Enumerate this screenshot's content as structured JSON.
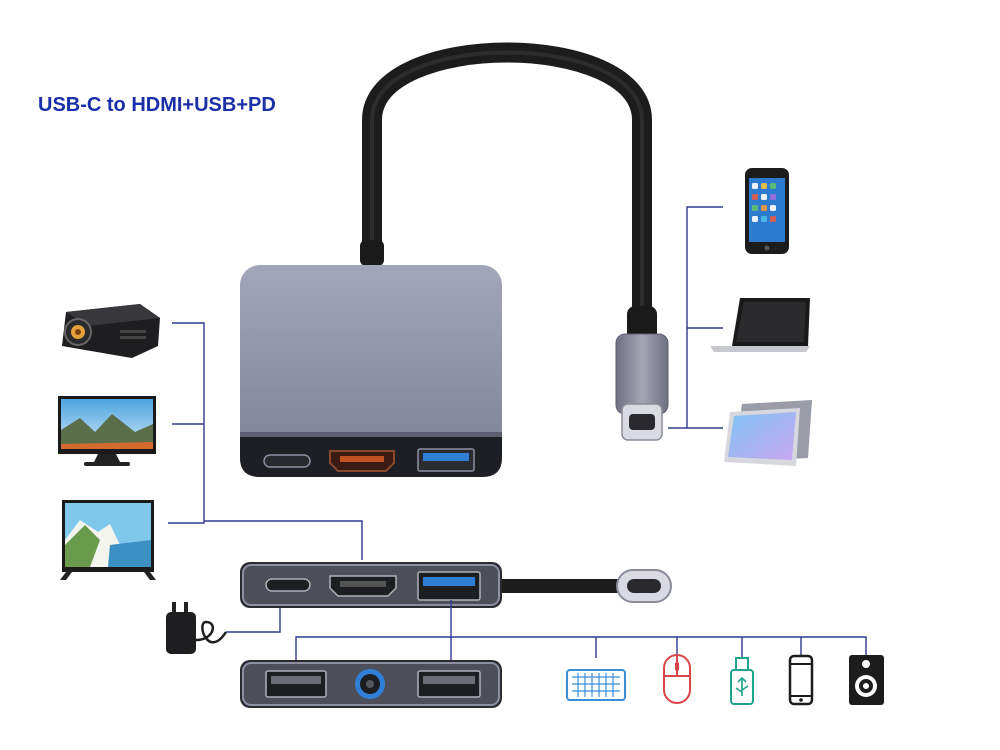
{
  "title": "USB-C to HDMI+USB+PD",
  "colors": {
    "title": "#1a2fa8",
    "connector_lines": "#2f3a8f",
    "adapter_body": "#8d8fa3",
    "adapter_front": "#1e1f24",
    "usb3_blue": "#2f7fd6",
    "cable": "#1c1c1c",
    "icon_blue": "#3a8ed6",
    "icon_red": "#d9434a"
  },
  "icons": {
    "left_devices": [
      "projector-icon",
      "monitor-icon",
      "television-icon"
    ],
    "right_devices": [
      "smartphone-icon",
      "laptop-icon",
      "tablet-icon"
    ],
    "power": "power-adapter-icon",
    "bottom_peripherals": [
      "keyboard-icon",
      "mouse-icon",
      "usb-drive-icon",
      "phone-icon",
      "speaker-icon"
    ]
  },
  "ports": {
    "adapter_front": [
      "usb-c-pd-port",
      "hdmi-port",
      "usb3-port"
    ],
    "side_view_top": [
      "usb-c-port",
      "hdmi-port",
      "usb3-port"
    ],
    "side_view_bottom": [
      "usb-a-port",
      "audio-jack-port",
      "usb-a-port"
    ]
  }
}
